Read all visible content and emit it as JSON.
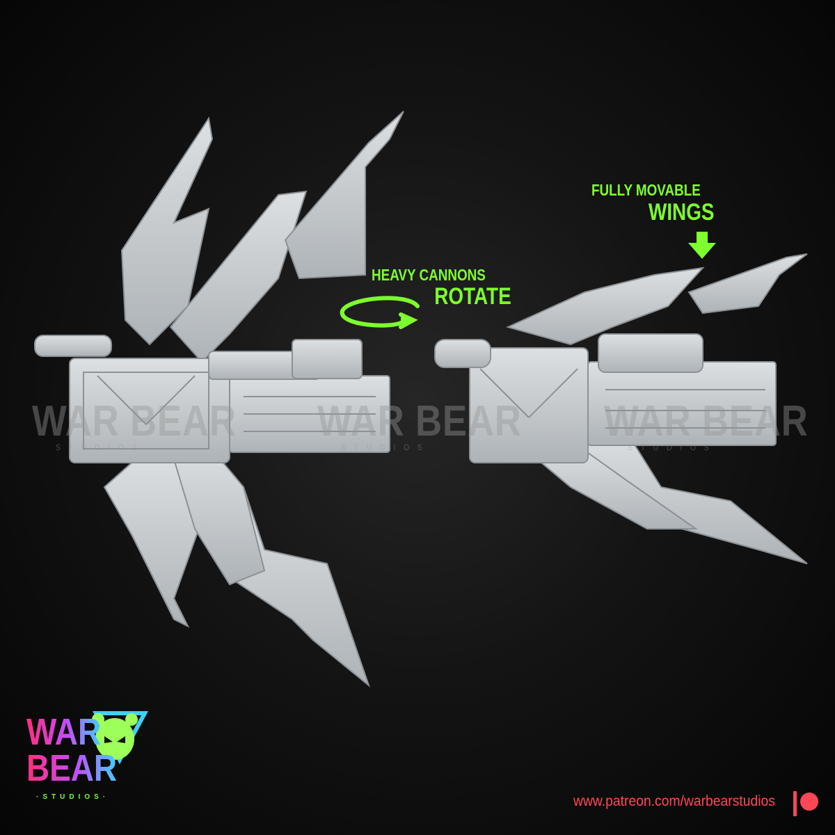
{
  "callouts": {
    "cannons": {
      "line1": "HEAVY CANNONS",
      "line2": "ROTATE"
    },
    "wings": {
      "line1": "FULLY MOVABLE",
      "line2": "WINGS"
    }
  },
  "watermark": {
    "text": "WAR BEAR",
    "subtext": "STUDIOS"
  },
  "logo": {
    "line1": "WAR",
    "line2": "BEAR",
    "subtitle": "·STUDIOS·"
  },
  "footer": {
    "url": "www.patreon.com/warbearstudios"
  },
  "colors": {
    "accent_green": "#7dff2e",
    "patreon_red": "#ff4757",
    "model_gray": "#c9cdd0",
    "background": "#141414"
  },
  "icons": [
    "rotate-arrow-icon",
    "down-arrow-icon",
    "bear-head-logo-icon",
    "patreon-icon"
  ]
}
